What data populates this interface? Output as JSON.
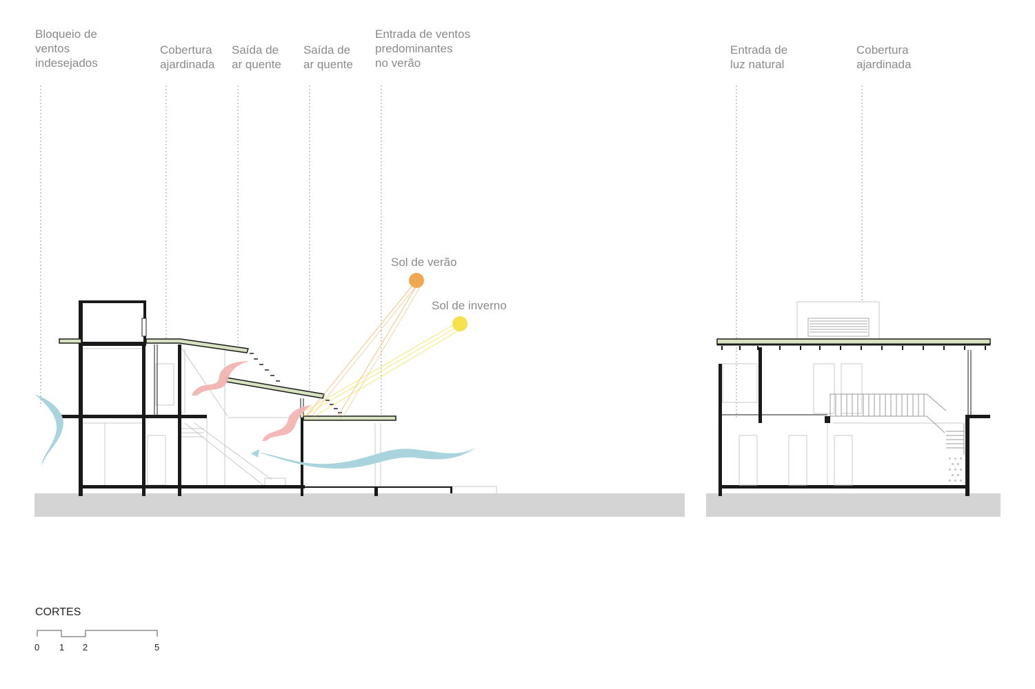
{
  "labels": {
    "bloqueio": [
      "Bloqueio de",
      "ventos",
      "indesejados"
    ],
    "cobertura_left": [
      "Cobertura",
      "ajardinada"
    ],
    "saida_1": [
      "Saída de",
      "ar quente"
    ],
    "saida_2": [
      "Saída de",
      "ar quente"
    ],
    "entrada_ventos": [
      "Entrada de ventos",
      "predominantes",
      "no verão"
    ],
    "entrada_luz": [
      "Entrada de",
      "luz natural"
    ],
    "cobertura_right": [
      "Cobertura",
      "ajardinada"
    ]
  },
  "suns": {
    "summer": {
      "label": "Sol de verão",
      "color": "#f0a950"
    },
    "winter": {
      "label": "Sol de inverno",
      "color": "#f5e24e"
    }
  },
  "colors": {
    "ground": "#d4d4d4",
    "wind_cool": "#a9d3dd",
    "air_hot": "#f3b5b3",
    "garden_roof": "#d7e3c0",
    "structure": "#1a1a1a",
    "guide": "#9a9a9a"
  },
  "drawing_title": "CORTES",
  "scale": {
    "ticks": [
      "0",
      "1",
      "2",
      "5"
    ]
  }
}
